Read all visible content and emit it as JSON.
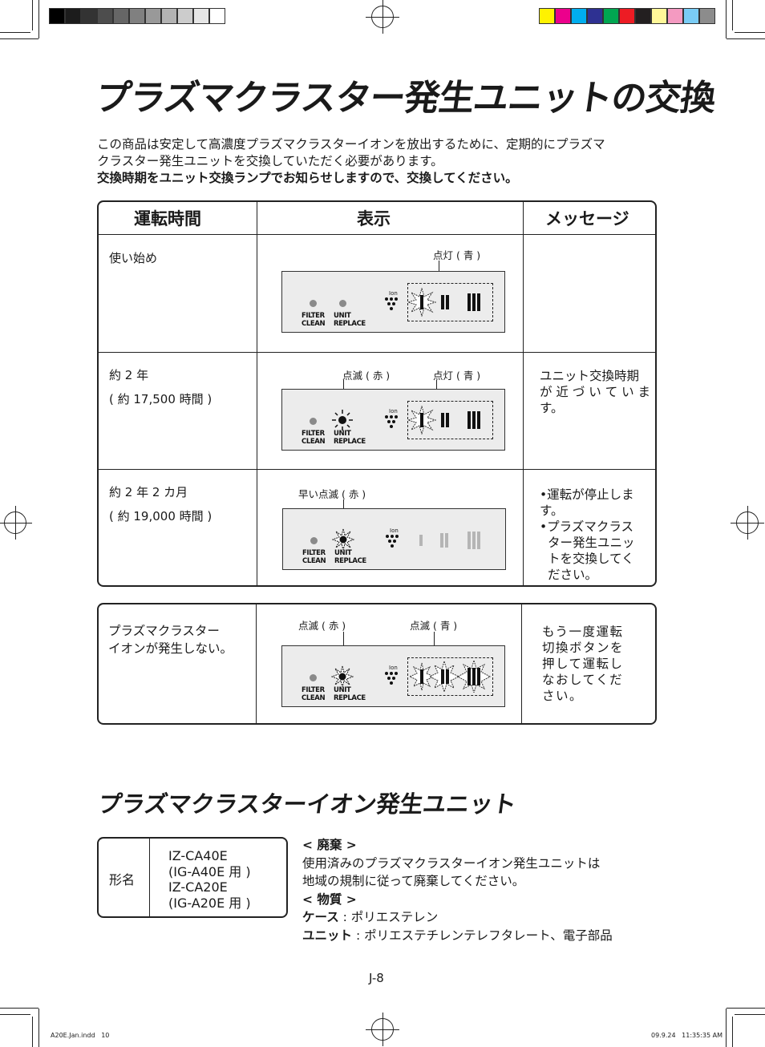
{
  "title": "プラズマクラスター発生ユニットの交換",
  "intro": {
    "line1": "この商品は安定して高濃度プラズマクラスターイオンを放出するために、定期的にプラズマ",
    "line2": "クラスター発生ユニットを交換していただく必要があります。",
    "line3": "交換時期をユニット交換ランプでお知らせしますので、交換してください。"
  },
  "table": {
    "headers": [
      "運転時間",
      "表示",
      "メッセージ"
    ],
    "panel_labels": {
      "filter1": "FILTER",
      "filter2": "CLEAN",
      "unit1": "UNIT",
      "unit2": "REPLACE",
      "ion": "Ion"
    },
    "rows": [
      {
        "time": [
          "使い始め"
        ],
        "labels": [
          "点灯 ( 青 )"
        ],
        "message": []
      },
      {
        "time": [
          "約 2 年",
          "( 約 17,500 時間 )"
        ],
        "labels": [
          "点滅 ( 赤 )",
          "点灯 ( 青 )"
        ],
        "message": [
          "ユニット交換時期",
          "が 近 づ い て い ま",
          "す。"
        ]
      },
      {
        "time": [
          "約 2 年 2 カ月",
          "( 約 19,000 時間 )"
        ],
        "labels": [
          "早い点滅 ( 赤 )"
        ],
        "message": [
          "•運転が停止します。",
          "•プラズマクラス",
          "ター発生ユニッ",
          "トを交換してく",
          "ださい。"
        ]
      }
    ]
  },
  "table2": {
    "time": [
      "プラズマクラスター",
      "イオンが発生しない。"
    ],
    "labels": [
      "点滅 ( 赤 )",
      "点滅 ( 青 )"
    ],
    "message": [
      "もう一度運転",
      "切換ボタンを",
      "押して運転し",
      "なおしてくだ",
      "さい。"
    ]
  },
  "subtitle": "プラズマクラスターイオン発生ユニット",
  "model": {
    "label": "形名",
    "values": [
      "IZ-CA40E",
      "(IG-A40E 用 )",
      "IZ-CA20E",
      "(IG-A20E 用 )"
    ]
  },
  "disposal": {
    "heading": "< 廃棄 >",
    "line1": "使用済みのプラズマクラスターイオン発生ユニットは",
    "line2": "地域の規制に従って廃棄してください。"
  },
  "material": {
    "heading": "< 物質 >",
    "case_label": "ケース",
    "case_value": " : ポリエステレン",
    "unit_label": "ユニット",
    "unit_value": " : ポリエステチレンテレフタレート、電子部品"
  },
  "page_number": "J-8",
  "footer_left": "A20E.Jan.indd   10",
  "footer_right": "09.9.24   11:35:35 AM",
  "colors": {
    "gray_swatches": [
      "#000000",
      "#1c1c1c",
      "#333333",
      "#4d4d4d",
      "#666666",
      "#808080",
      "#999999",
      "#b3b3b3",
      "#cccccc",
      "#e6e6e6",
      "#ffffff"
    ],
    "color_swatches": [
      "#fff200",
      "#ec008c",
      "#00aeef",
      "#2e3192",
      "#00a651",
      "#ed1c24",
      "#231f20",
      "#fff799",
      "#f49ac1",
      "#7accf5",
      "#8c8c8c"
    ]
  }
}
